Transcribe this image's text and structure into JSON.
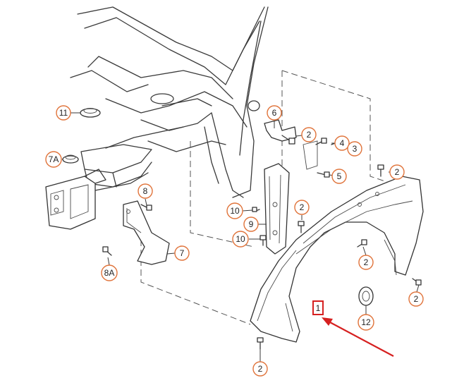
{
  "callouts": [
    {
      "id": "c11",
      "label": "11"
    },
    {
      "id": "c7A",
      "label": "7A"
    },
    {
      "id": "c6",
      "label": "6"
    },
    {
      "id": "c2a",
      "label": "2"
    },
    {
      "id": "c4",
      "label": "4"
    },
    {
      "id": "c3",
      "label": "3"
    },
    {
      "id": "c5",
      "label": "5"
    },
    {
      "id": "c2b",
      "label": "2"
    },
    {
      "id": "c8",
      "label": "8"
    },
    {
      "id": "c10a",
      "label": "10"
    },
    {
      "id": "c2c",
      "label": "2"
    },
    {
      "id": "c9",
      "label": "9"
    },
    {
      "id": "c10b",
      "label": "10"
    },
    {
      "id": "c7",
      "label": "7"
    },
    {
      "id": "c8A",
      "label": "8A"
    },
    {
      "id": "c2d",
      "label": "2"
    },
    {
      "id": "c2e",
      "label": "2"
    },
    {
      "id": "c12",
      "label": "12"
    },
    {
      "id": "c2f",
      "label": "2"
    }
  ],
  "highlight": {
    "label": "1",
    "color": "#d62020"
  },
  "colors": {
    "callout_ring": "#e0733a",
    "arrow": "#d62020"
  }
}
